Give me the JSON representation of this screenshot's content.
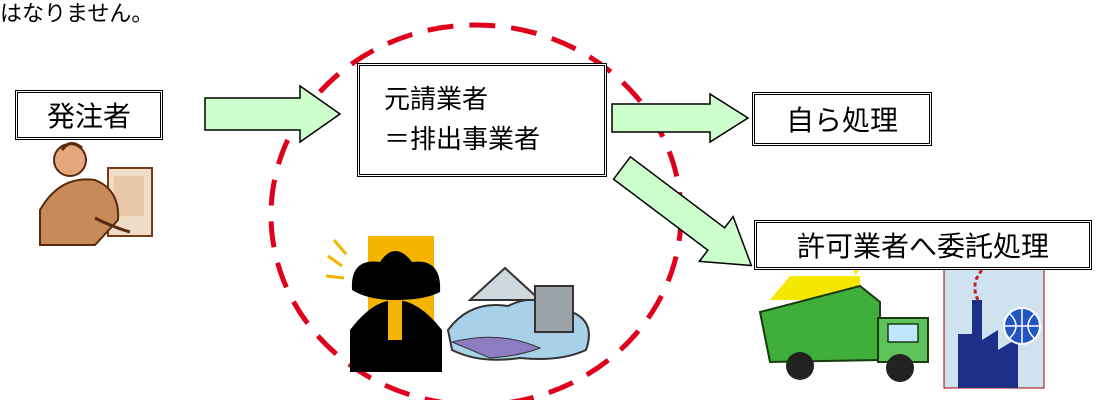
{
  "intro_text": "はなりません。",
  "nodes": {
    "orderer": "発注者",
    "prime_contractor_line1": "元請業者",
    "prime_contractor_line2": "＝排出事業者",
    "self_processing": "自ら処理",
    "licensed_outsourcing": "許可業者へ委託処理"
  },
  "colors": {
    "arrow_fill": "#ccffcc",
    "arrow_stroke": "#000000",
    "dashed_circle": "#e0001b",
    "box_border": "#000000"
  },
  "icons": {
    "orderer_clipart": "businessman-at-computer-icon",
    "waste_clipart_1": "heavy-lifter-dumping-icon",
    "waste_clipart_2": "garbage-pile-icon",
    "truck_clipart": "garbage-truck-icon",
    "factory_clipart": "factory-globe-icon"
  }
}
